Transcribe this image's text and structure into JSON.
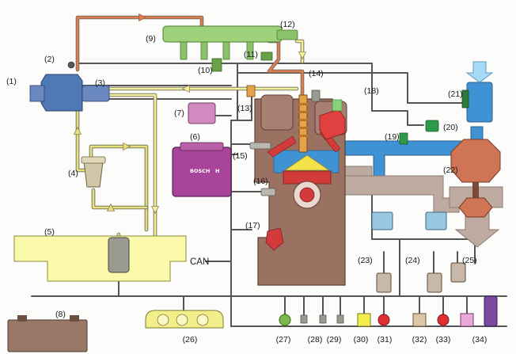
{
  "diagram": {
    "bus_label": "CAN",
    "ecu_brand": "BOSCH",
    "ecu_mark": "H",
    "colors": {
      "high_pressure": "#e07a50",
      "fuel_low": "#e6e07a",
      "return": "#f3ef9a",
      "air_intake": "#3f92d4",
      "air_arrow": "#a6daf6",
      "engine": "#9b7162",
      "exhaust": "#bdaaa1",
      "turbo": "#cf7455",
      "ecu": "#a8449a",
      "tank": "#fbfaaa",
      "wiring": "#555555"
    },
    "components": [
      {
        "id": "pump",
        "label": "(1)"
      },
      {
        "id": "pressure-valve",
        "label": "(2)"
      },
      {
        "id": "metering-unit",
        "label": "(3)"
      },
      {
        "id": "fuel-filter",
        "label": "(4)"
      },
      {
        "id": "fuel-tank",
        "label": "(5)"
      },
      {
        "id": "ecu",
        "label": "(6)"
      },
      {
        "id": "glow-control-unit",
        "label": "(7)"
      },
      {
        "id": "battery",
        "label": "(8)"
      },
      {
        "id": "common-rail",
        "label": "(9)"
      },
      {
        "id": "rail-pressure-sensor",
        "label": "(10)"
      },
      {
        "id": "pressure-control-valve",
        "label": "(11)"
      },
      {
        "id": "flow-limiter",
        "label": "(12)"
      },
      {
        "id": "camshaft-sensor",
        "label": "(13)"
      },
      {
        "id": "injector",
        "label": "(14)"
      },
      {
        "id": "glow-plug",
        "label": "(15)"
      },
      {
        "id": "coolant-temperature-sensor",
        "label": "(16)"
      },
      {
        "id": "crankshaft-sensor",
        "label": "(17)"
      },
      {
        "id": "egr-valve",
        "label": "(18)"
      },
      {
        "id": "boost-pressure-sensor",
        "label": "(19)"
      },
      {
        "id": "boost-actuator",
        "label": "(20)"
      },
      {
        "id": "air-mass-meter",
        "label": "(21)"
      },
      {
        "id": "turbocharger",
        "label": "(22)"
      },
      {
        "id": "actuator-23",
        "label": "(23)"
      },
      {
        "id": "actuator-24",
        "label": "(24)"
      },
      {
        "id": "actuator-25",
        "label": "(25)"
      },
      {
        "id": "instrument-cluster",
        "label": "(26)"
      },
      {
        "id": "accelerator-pedal",
        "label": "(27)"
      },
      {
        "id": "clutch-switch",
        "label": "(28)"
      },
      {
        "id": "brake-switch",
        "label": "(29)"
      },
      {
        "id": "speed-control",
        "label": "(30)"
      },
      {
        "id": "warning-lamp-31",
        "label": "(31)"
      },
      {
        "id": "fan-control",
        "label": "(32)"
      },
      {
        "id": "warning-lamp-33",
        "label": "(33)"
      },
      {
        "id": "diagnosis-lamp",
        "label": "(34)"
      }
    ]
  }
}
